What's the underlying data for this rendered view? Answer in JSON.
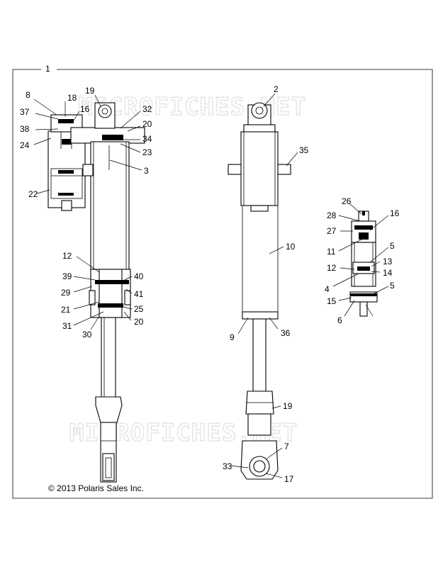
{
  "watermark": "MICROFICHES.NET",
  "copyright": "© 2013 Polaris Sales Inc.",
  "callouts": [
    "1",
    "8",
    "18",
    "19",
    "16",
    "32",
    "37",
    "20",
    "38",
    "24",
    "34",
    "23",
    "3",
    "22",
    "12",
    "39",
    "40",
    "29",
    "41",
    "21",
    "25",
    "31",
    "30",
    "2",
    "35",
    "10",
    "9",
    "36",
    "19",
    "7",
    "33",
    "17",
    "26",
    "16",
    "28",
    "27",
    "11",
    "5",
    "13",
    "12",
    "14",
    "4",
    "5",
    "15",
    "6"
  ]
}
